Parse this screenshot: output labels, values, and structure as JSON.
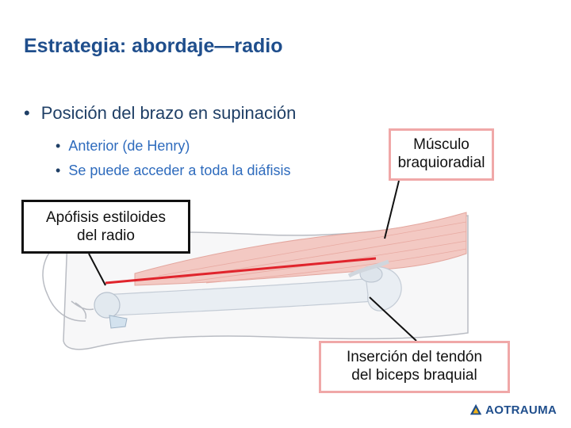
{
  "slide": {
    "title": "Estrategia: abordaje—radio",
    "bullet_main": "Posición del brazo en supinación",
    "sub_bullets": [
      "Anterior (de Henry)",
      "Se puede acceder a toda la diáfisis"
    ]
  },
  "callouts": {
    "muscle": [
      "Músculo",
      "braquioradial"
    ],
    "styloid": [
      "Apófisis estiloides",
      "del radio"
    ],
    "tendon": [
      "Inserción del tendón",
      "del biceps braquial"
    ]
  },
  "logo": {
    "text": "AOTRAUMA"
  },
  "colors": {
    "title": "#1f4e8c",
    "muscle": "#f3c9c3",
    "incision_line": "#e0242c",
    "pink_border": "#f0a8a8"
  }
}
